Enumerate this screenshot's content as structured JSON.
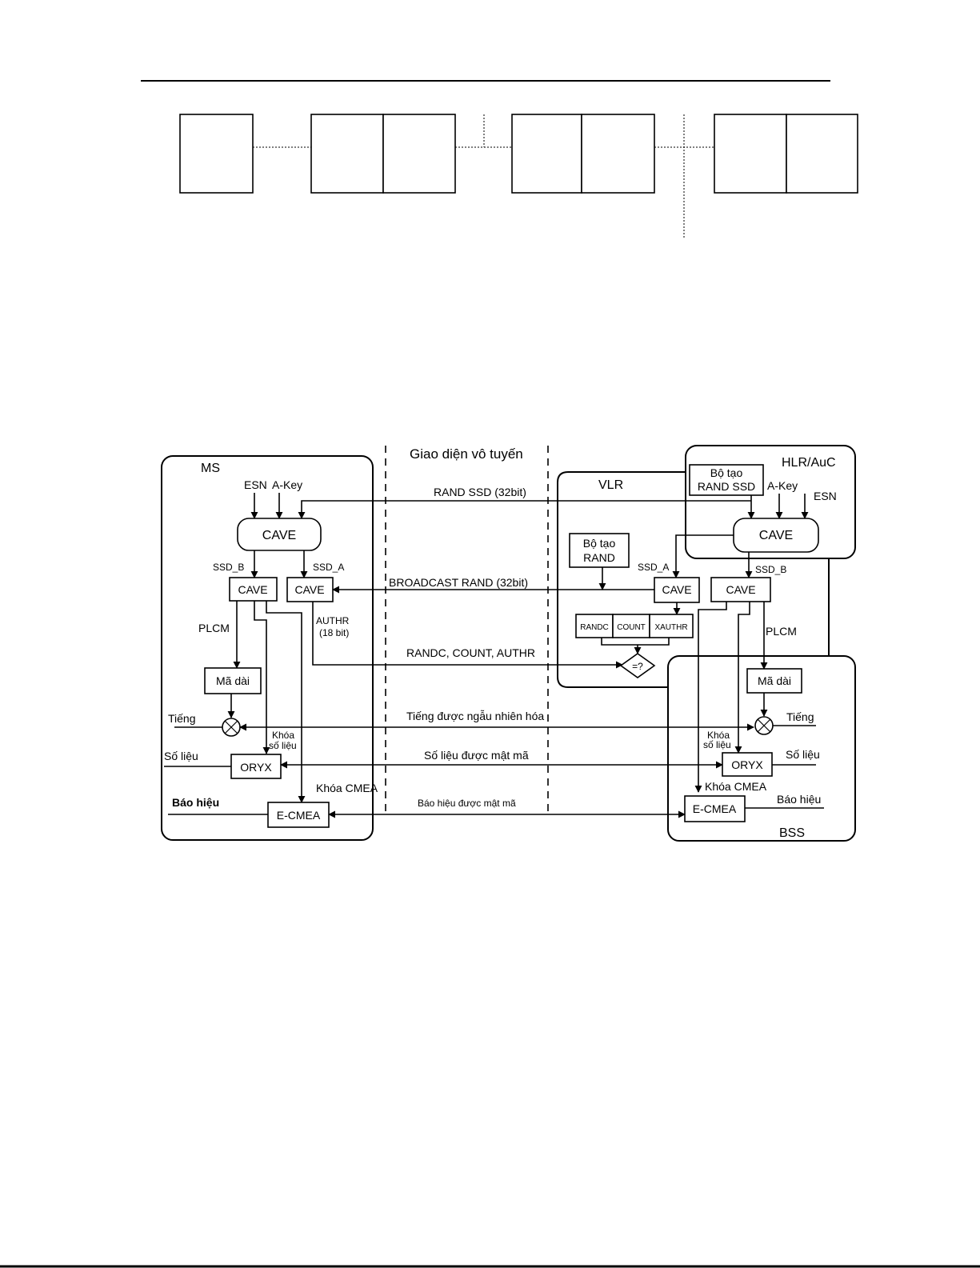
{
  "zones": {
    "ms": "MS",
    "air": "Giao diện vô tuyến",
    "vlr": "VLR",
    "hlr": "HLR/AuC",
    "bss": "BSS"
  },
  "ms": {
    "esn": "ESN",
    "akey": "A-Key",
    "cave_main": "CAVE",
    "ssd_b": "SSD_B",
    "ssd_a": "SSD_A",
    "cave_b": "CAVE",
    "cave_a": "CAVE",
    "plcm": "PLCM",
    "authr": "AUTHR",
    "authr_bits": "(18 bit)",
    "long_code": "Mã dài",
    "voice": "Tiếng",
    "key_data_1": "Khóa",
    "key_data_2": "số liệu",
    "data": "Số liệu",
    "oryx": "ORYX",
    "cmea_key": "Khóa CMEA",
    "signaling": "Báo hiệu",
    "ecmea": "E-CMEA"
  },
  "messages": {
    "rand_ssd": "RAND SSD (32bit)",
    "broadcast_rand": "BROADCAST RAND (32bit)",
    "randc_count_authr": "RANDC, COUNT, AUTHR",
    "voice_randomized": "Tiếng được ngẫu nhiên hóa",
    "data_encrypted": "Số liệu được mật mã",
    "signaling_encrypted": "Báo hiệu được mật mã"
  },
  "vlr": {
    "rand_gen_1": "Bộ tạo",
    "rand_gen_2": "RAND",
    "ssd_a": "SSD_A",
    "cave": "CAVE",
    "randc": "RANDC",
    "count": "COUNT",
    "xauthr": "XAUTHR",
    "compare": "=?"
  },
  "hlr": {
    "rand_ssd_gen_1": "Bộ tạo",
    "rand_ssd_gen_2": "RAND SSD",
    "akey": "A-Key",
    "esn": "ESN",
    "cave": "CAVE",
    "ssd_b": "SSD_B"
  },
  "bss": {
    "cave": "CAVE",
    "plcm": "PLCM",
    "long_code": "Mã dài",
    "voice": "Tiếng",
    "key_data_1": "Khóa",
    "key_data_2": "số liệu",
    "oryx": "ORYX",
    "data": "Số liệu",
    "cmea_key": "Khóa CMEA",
    "signaling": "Báo hiệu",
    "ecmea": "E-CMEA"
  }
}
